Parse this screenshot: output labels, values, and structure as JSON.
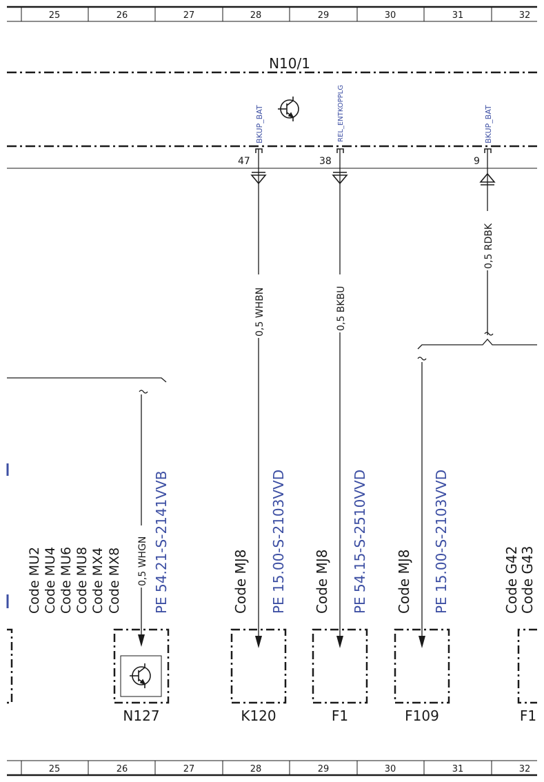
{
  "grid": {
    "columns": [
      "25",
      "26",
      "27",
      "28",
      "29",
      "30",
      "31",
      "32"
    ]
  },
  "module": {
    "name": "N10/1"
  },
  "pins": [
    {
      "signal": "BKUP_BAT",
      "number": "47"
    },
    {
      "signal": "REL_ENTKOPPLG",
      "number": "38"
    },
    {
      "signal": "BKUP_BAT",
      "number": "9"
    }
  ],
  "wires": [
    {
      "label": "0,5 WHBN"
    },
    {
      "label": "0,5 BKBU"
    },
    {
      "label": "0,5 RDBK"
    },
    {
      "label": "0,5 WHGN"
    }
  ],
  "codes": {
    "left_group": [
      "Code MU2",
      "Code MU4",
      "Code MU6",
      "Code MU8",
      "Code MX4",
      "Code MX8"
    ],
    "n127": "PE 54.21-S-2141VVB",
    "k120_code": "Code MJ8",
    "k120_ref": "PE 15.00-S-2103VVD",
    "f1_code": "Code MJ8",
    "f1_ref": "PE 54.15-S-2510VVD",
    "f109_code": "Code MJ8",
    "f109_ref": "PE 15.00-S-2103VVD",
    "right_group": [
      "Code G42",
      "Code G43"
    ]
  },
  "components": [
    {
      "name": "N127"
    },
    {
      "name": "K120"
    },
    {
      "name": "F1"
    },
    {
      "name": "F109"
    },
    {
      "name": "F1"
    }
  ],
  "colors": {
    "line": "#1a1a1a",
    "reference": "#3d4fa3"
  }
}
